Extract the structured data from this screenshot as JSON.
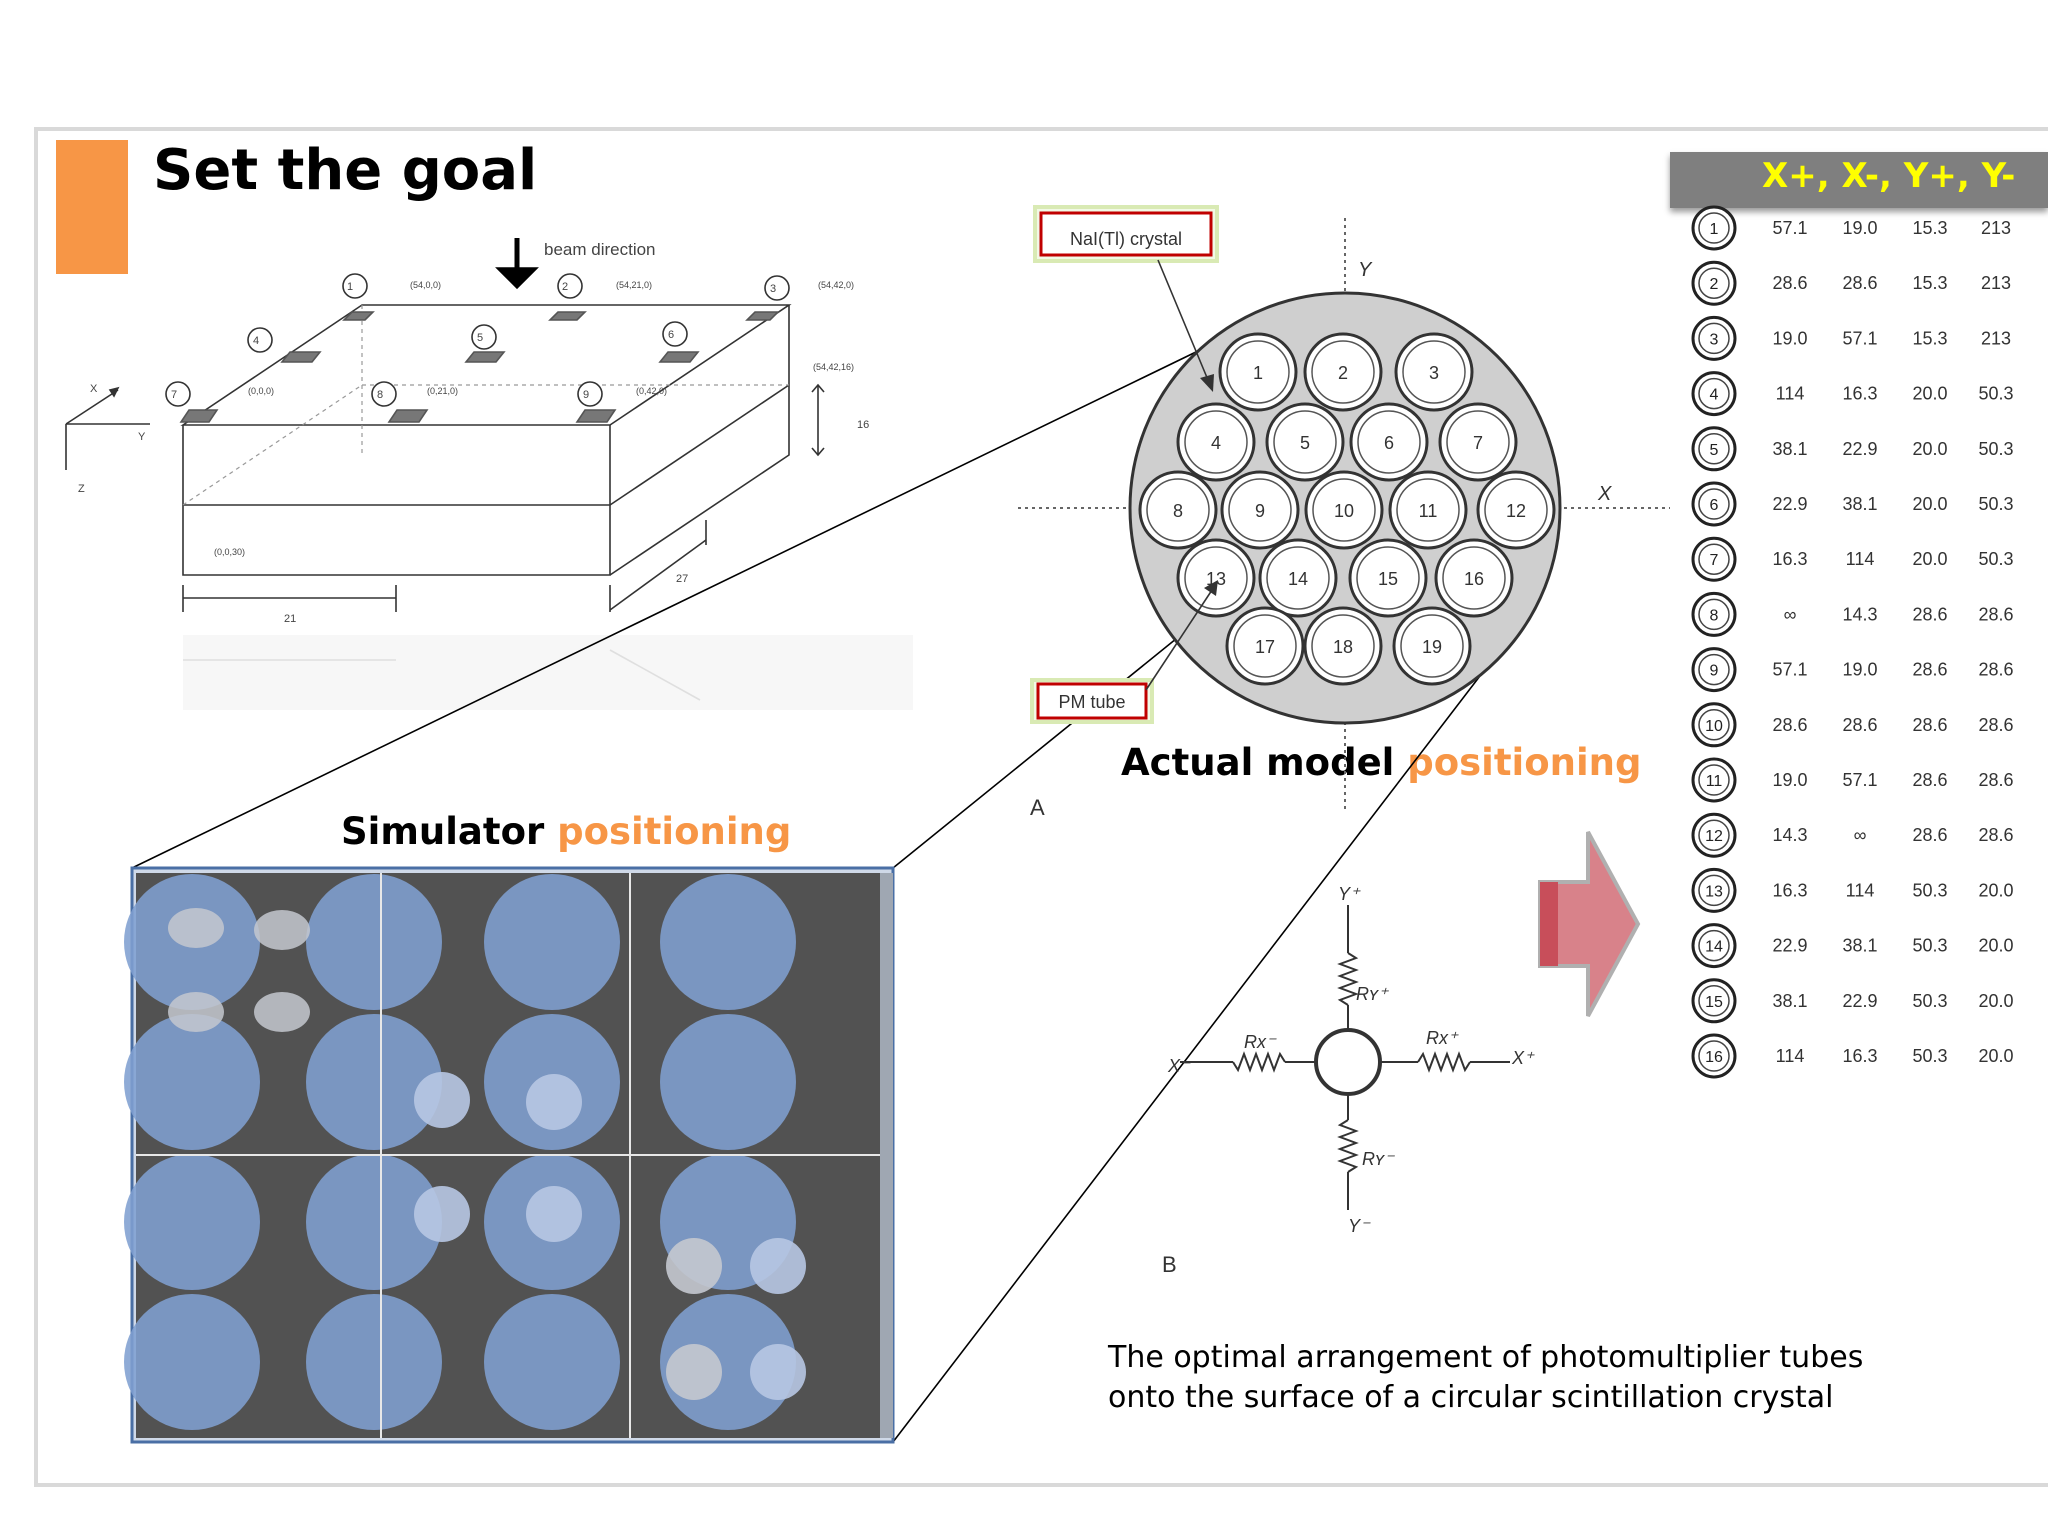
{
  "slide": {
    "title": "Set the goal",
    "simulator_caption": {
      "main": "Simulator ",
      "highlight": "positioning"
    },
    "actual_caption": {
      "main": "Actual model ",
      "highlight": "positioning"
    },
    "description_lines": [
      "The optimal arrangement of photomultiplier tubes",
      "onto the surface of a circular scintillation crystal"
    ]
  },
  "colors": {
    "accent": "#f79646",
    "header_text": "#ffff00",
    "tube_fill": "#7f9fd0",
    "grid_bg": "#525252",
    "arrow": "#e07a82"
  },
  "box_diagram": {
    "beam_label": "beam direction",
    "top_markers": [
      "1",
      "2",
      "3"
    ],
    "top_coords": [
      "(54,0,0)",
      "(54,21,0)",
      "(54,42,0)"
    ],
    "mid_markers": [
      "4",
      "5",
      "6"
    ],
    "bottom_markers": [
      "7",
      "8",
      "9"
    ],
    "bottom_coords": [
      "(0,0,0)",
      "(0,21,0)",
      "(0,42,0)"
    ],
    "edge_coord": "(54,42,16)",
    "origin_coord": "(0,0,30)",
    "dimensions": {
      "height": "16",
      "width": "21",
      "depth": "27"
    },
    "axes": {
      "x": "X",
      "y": "Y",
      "z": "Z"
    }
  },
  "crystal_diagram": {
    "crystal_label": "NaI(Tl) crystal",
    "pm_label": "PM tube",
    "axis_y": "Y",
    "axis_x": "X",
    "panel_a": "A",
    "panel_b": "B",
    "tube_numbers": [
      "1",
      "2",
      "3",
      "4",
      "5",
      "6",
      "7",
      "8",
      "9",
      "10",
      "11",
      "12",
      "13",
      "14",
      "15",
      "16",
      "17",
      "18",
      "19"
    ]
  },
  "resistor_diagram": {
    "y_plus": "Y⁺",
    "y_minus": "Y⁻",
    "x_plus": "X⁺",
    "x_minus": "X⁻",
    "r_y_plus": "Rʏ⁺",
    "r_y_minus": "Rʏ⁻",
    "r_x_plus": "Rx⁺",
    "r_x_minus": "Rx⁻"
  },
  "table": {
    "header": "X+,  X-,  Y+, Y-",
    "rows": [
      {
        "id": "1",
        "v": [
          "57.1",
          "19.0",
          "15.3",
          "213"
        ]
      },
      {
        "id": "2",
        "v": [
          "28.6",
          "28.6",
          "15.3",
          "213"
        ]
      },
      {
        "id": "3",
        "v": [
          "19.0",
          "57.1",
          "15.3",
          "213"
        ]
      },
      {
        "id": "4",
        "v": [
          "114",
          "16.3",
          "20.0",
          "50.3"
        ]
      },
      {
        "id": "5",
        "v": [
          "38.1",
          "22.9",
          "20.0",
          "50.3"
        ]
      },
      {
        "id": "6",
        "v": [
          "22.9",
          "38.1",
          "20.0",
          "50.3"
        ]
      },
      {
        "id": "7",
        "v": [
          "16.3",
          "114",
          "20.0",
          "50.3"
        ]
      },
      {
        "id": "8",
        "v": [
          "∞",
          "14.3",
          "28.6",
          "28.6"
        ]
      },
      {
        "id": "9",
        "v": [
          "57.1",
          "19.0",
          "28.6",
          "28.6"
        ]
      },
      {
        "id": "10",
        "v": [
          "28.6",
          "28.6",
          "28.6",
          "28.6"
        ]
      },
      {
        "id": "11",
        "v": [
          "19.0",
          "57.1",
          "28.6",
          "28.6"
        ]
      },
      {
        "id": "12",
        "v": [
          "14.3",
          "∞",
          "28.6",
          "28.6"
        ]
      },
      {
        "id": "13",
        "v": [
          "16.3",
          "114",
          "50.3",
          "20.0"
        ]
      },
      {
        "id": "14",
        "v": [
          "22.9",
          "38.1",
          "50.3",
          "20.0"
        ]
      },
      {
        "id": "15",
        "v": [
          "38.1",
          "22.9",
          "50.3",
          "20.0"
        ]
      },
      {
        "id": "16",
        "v": [
          "114",
          "16.3",
          "50.3",
          "20.0"
        ]
      }
    ]
  }
}
